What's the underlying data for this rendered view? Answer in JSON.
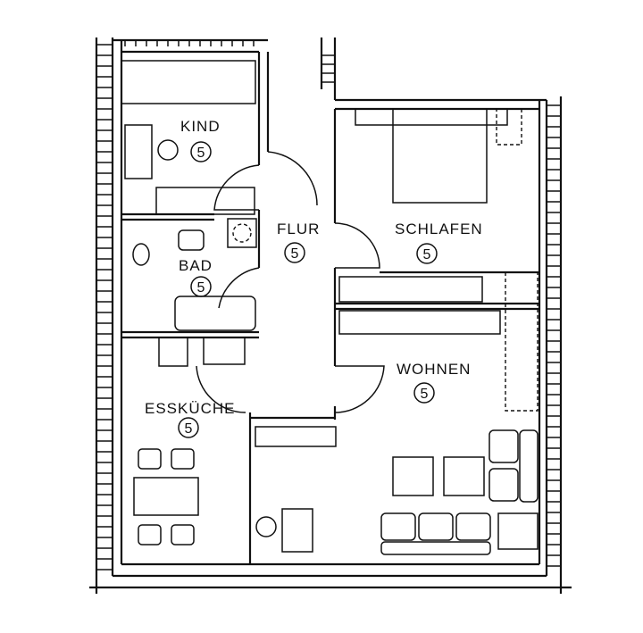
{
  "rooms": [
    {
      "name": "KIND",
      "number": "5"
    },
    {
      "name": "FLUR",
      "number": "5"
    },
    {
      "name": "SCHLAFEN",
      "number": "5"
    },
    {
      "name": "BAD",
      "number": "5"
    },
    {
      "name": "WOHNEN",
      "number": "5"
    },
    {
      "name": "ESSKÜCHE",
      "number": "5"
    }
  ]
}
